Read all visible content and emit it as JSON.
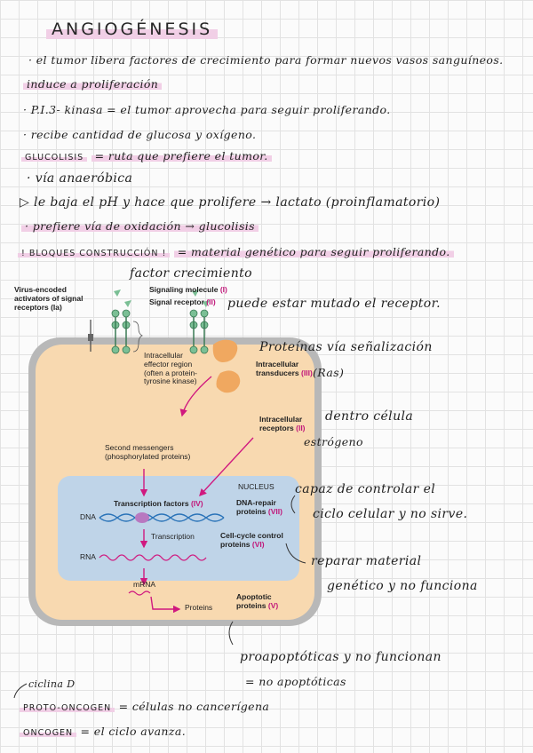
{
  "title": "ANGIOGÉNESIS",
  "notes": {
    "l1": "· el tumor libera factores de crecimiento para formar nuevos vasos sanguíneos.",
    "l2": "induce a proliferación",
    "l3": "· P.I.3- kinasa = el tumor aprovecha para seguir proliferando.",
    "l4": "· recibe cantidad de glucosa y oxígeno.",
    "l5_label": "GLUCOLISIS",
    "l5_rest": "= ruta que prefiere el tumor.",
    "l6": "· vía anaeróbica",
    "l7": "▷ le baja el pH y hace que prolifere → lactato (proinflamatorio)",
    "l8": "· prefiere vía de oxidación → glucolisis",
    "l9_label": "! BLOQUES CONSTRUCCIÓN !",
    "l9_rest": "= material genético para seguir proliferando.",
    "factor": "factor crecimiento",
    "receptor_note": "puede estar mutado el receptor.",
    "proteinas_note": "Proteínas vía señalización",
    "ras": "(Ras)",
    "dentro": "dentro célula",
    "estrogeno": "estrógeno",
    "capaz1": "capaz de controlar el",
    "capaz2": "ciclo celular y no sirve.",
    "reparar1": "reparar material",
    "reparar2": "genético y no funciona",
    "proapo1": "proapoptóticas y no funcionan",
    "proapo2": "= no apoptóticas",
    "ciclina": "ciclina D",
    "proto_label": "PROTO-ONCOGEN",
    "proto_rest": "= células no cancerígena",
    "onco_label": "ONCOGEN",
    "onco_rest": "= el ciclo avanza."
  },
  "diagram": {
    "virus": "Virus-encoded activators of signal receptors (Ia)",
    "signaling": "Signaling molecule",
    "signaling_num": "(I)",
    "receptor": "Signal receptor",
    "receptor_num": "(II)",
    "effector": "Intracellular effector region (often a protein-tyrosine kinase)",
    "transducers": "Intracellular transducers",
    "transducers_num": "(III)",
    "intra_receptors": "Intracellular receptors",
    "intra_receptors_num": "(II)",
    "second": "Second messengers (phosphorylated proteins)",
    "nucleus": "NUCLEUS",
    "tf": "Transcription factors",
    "tf_num": "(IV)",
    "dna_repair": "DNA-repair proteins",
    "dna_repair_num": "(VII)",
    "dna": "DNA",
    "transcription": "Transcription",
    "cell_cycle": "Cell-cycle control proteins",
    "cell_cycle_num": "(VI)",
    "rna": "RNA",
    "mrna": "mRNA",
    "proteins": "Proteins",
    "apoptotic": "Apoptotic proteins",
    "apoptotic_num": "(V)"
  }
}
